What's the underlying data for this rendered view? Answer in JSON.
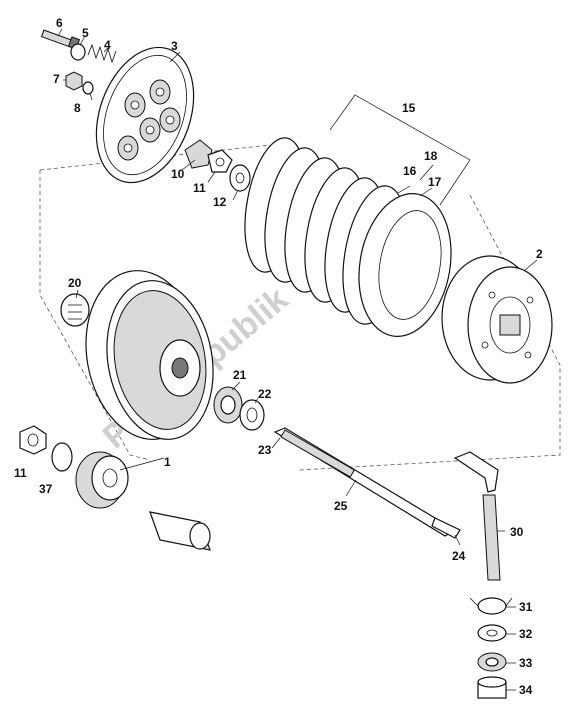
{
  "watermark": "PartsRepublik",
  "callouts": [
    "6",
    "5",
    "4",
    "3",
    "7",
    "8",
    "10",
    "11",
    "12",
    "15",
    "16",
    "18",
    "17",
    "2",
    "20",
    "21",
    "22",
    "23",
    "1",
    "11",
    "37",
    "25",
    "24",
    "30",
    "31",
    "32",
    "33",
    "34"
  ]
}
